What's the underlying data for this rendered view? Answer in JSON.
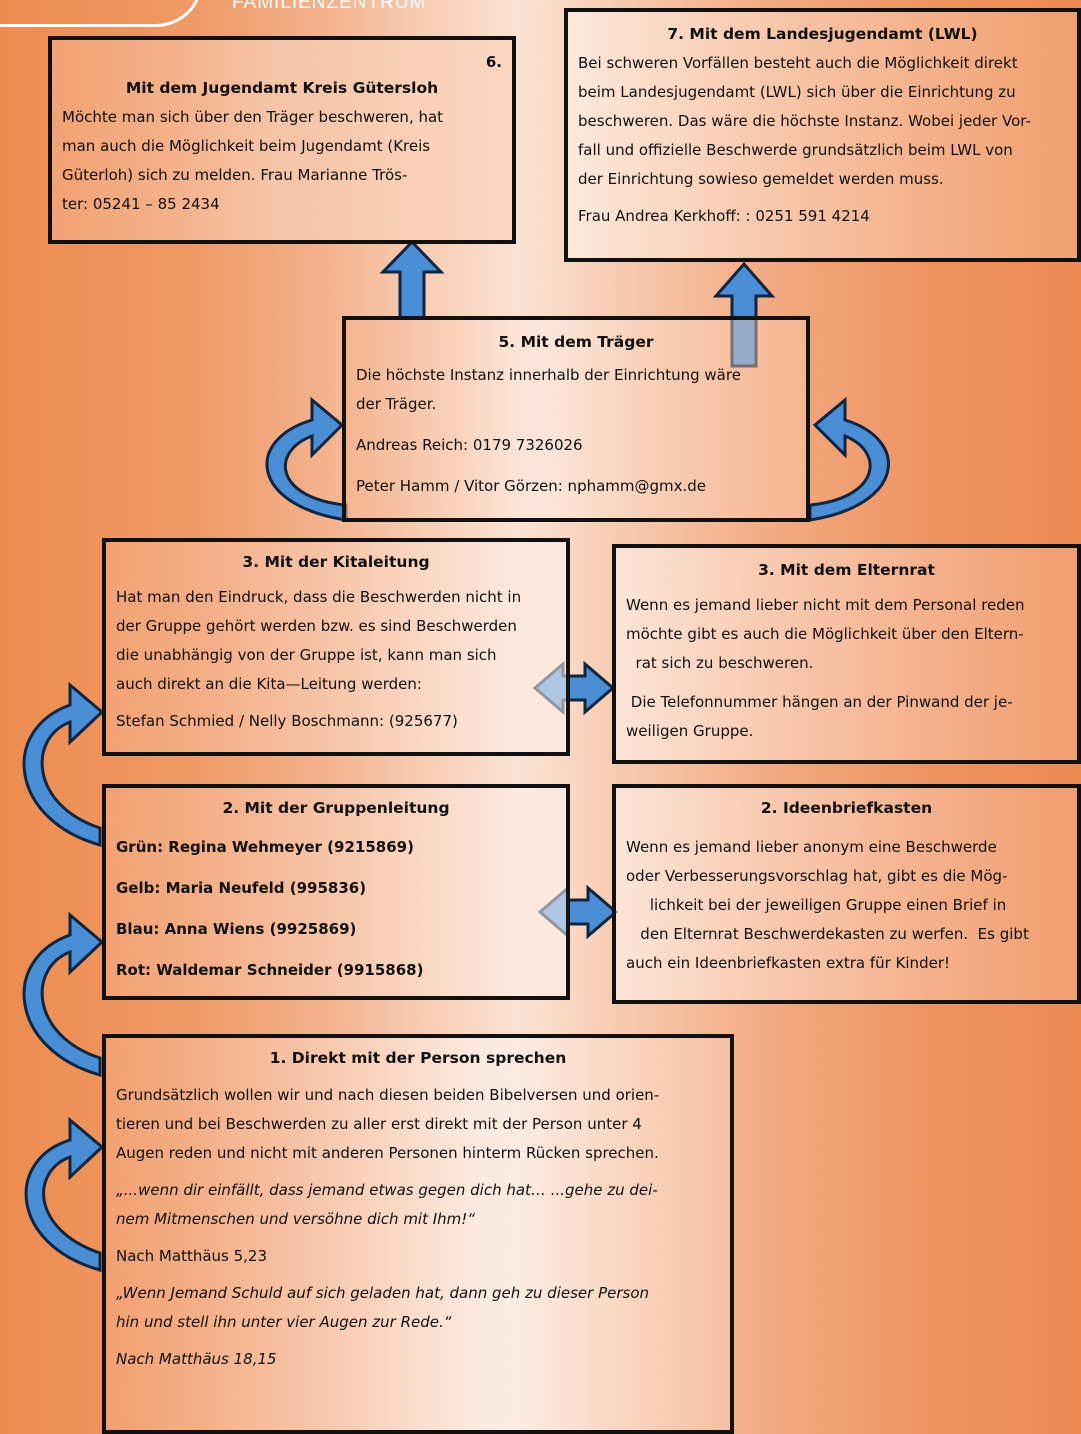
{
  "header": {
    "brand": "FAMILIENZENTRUM"
  },
  "box_jugendamt": {
    "number": "6.",
    "title": "Mit dem Jugendamt Kreis Gütersloh",
    "lines": [
      "Möchte man sich über den Träger  beschweren, hat",
      "man auch die Möglichkeit  beim Jugendamt (Kreis",
      "Güterloh) sich zu melden. Frau Marianne Trös-",
      "ter:   05241 – 85 2434"
    ]
  },
  "box_lwl": {
    "title": "7. Mit dem Landesjugendamt (LWL)",
    "lines": [
      "Bei schweren Vorfällen besteht auch die Möglichkeit direkt",
      "beim Landesjugendamt (LWL) sich über die Einrichtung zu",
      "beschweren. Das wäre die höchste Instanz. Wobei jeder Vor-",
      "fall und offizielle Beschwerde grundsätzlich beim LWL von",
      "der Einrichtung  sowieso gemeldet werden muss."
    ],
    "contact": "Frau Andrea Kerkhoff: : 0251 591 4214"
  },
  "box_traeger": {
    "title": "5. Mit dem Träger",
    "lines": [
      "Die höchste Instanz innerhalb der Einrichtung wäre",
      "der Träger."
    ],
    "contact1": "Andreas Reich: 0179 7326026",
    "contact2": "Peter Hamm / Vitor Görzen: nphamm@gmx.de"
  },
  "box_kitaleitung": {
    "title": "3. Mit der Kitaleitung",
    "lines": [
      "Hat man den Eindruck, dass die Beschwerden nicht in",
      "der Gruppe gehört werden bzw. es sind Beschwerden",
      "die unabhängig von der Gruppe ist, kann man sich",
      "auch direkt an die Kita—Leitung werden:"
    ],
    "contact": "Stefan Schmied / Nelly Boschmann: (925677)"
  },
  "box_elternrat": {
    "title": "3. Mit dem Elternrat",
    "lines": [
      "Wenn es jemand lieber nicht mit dem Personal reden",
      "möchte gibt es auch die Möglichkeit über den Eltern-",
      "  rat sich zu beschweren."
    ],
    "lines2": [
      " Die Telefonnummer hängen an der Pinwand der je-",
      "weiligen Gruppe."
    ]
  },
  "box_gruppenleitung": {
    "title": "2. Mit der Gruppenleitung",
    "items": [
      "Grün: Regina Wehmeyer (9215869)",
      "Gelb: Maria Neufeld (995836)",
      "Blau: Anna Wiens (9925869)",
      "Rot: Waldemar Schneider (9915868)"
    ]
  },
  "box_ideen": {
    "title": "2. Ideenbriefkasten",
    "lines": [
      "Wenn es jemand lieber anonym eine Beschwerde",
      "oder Verbesserungsvorschlag hat, gibt es die Mög-",
      "     lichkeit bei der jeweiligen Gruppe einen Brief in",
      "   den Elternrat Beschwerdekasten zu werfen.  Es gibt",
      "auch ein Ideenbriefkasten extra für Kinder!"
    ]
  },
  "box_person": {
    "title": "1. Direkt mit der Person sprechen",
    "lines": [
      "Grundsätzlich wollen wir und nach diesen beiden Bibelversen und orien-",
      "tieren und bei Beschwerden zu aller erst direkt mit der Person unter 4",
      "Augen reden und nicht mit anderen Personen hinterm Rücken sprechen."
    ],
    "quote1": [
      "„...wenn dir einfällt, dass jemand etwas gegen dich hat… ...gehe zu dei-",
      "nem Mitmenschen und versöhne dich mit Ihm!“"
    ],
    "ref1": "Nach Matthäus 5,23",
    "quote2": [
      "„Wenn Jemand Schuld auf sich geladen hat, dann geh zu dieser Person",
      "hin und stell ihn unter vier Augen zur Rede.“"
    ],
    "ref2": "Nach Matthäus 18,15"
  },
  "colors": {
    "arrow_fill": "#4a8fd6",
    "arrow_stroke": "#10253f",
    "border": "#111111"
  }
}
